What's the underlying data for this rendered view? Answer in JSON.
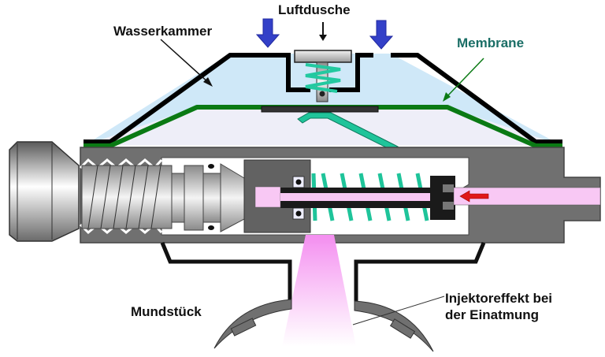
{
  "diagram": {
    "title": "Luftdusche",
    "labels": {
      "luftdusche": "Luftdusche",
      "wasserkammer": "Wasserkammer",
      "membrane": "Membrane",
      "mundstueck": "Mundstück",
      "injektor_line1": "Injektoreffekt bei",
      "injektor_line2": "der Einatmung"
    },
    "colors": {
      "water": "#cfe8f8",
      "chamber_lower": "#eeeef8",
      "membrane": "#0a7a14",
      "housing": "#6e6e6e",
      "spring": "#1fc49a",
      "air_flow": "#f8c8f4",
      "arrow_blue": "#3340c8",
      "arrow_red": "#e01818",
      "label_teal": "#1a6e66"
    }
  }
}
